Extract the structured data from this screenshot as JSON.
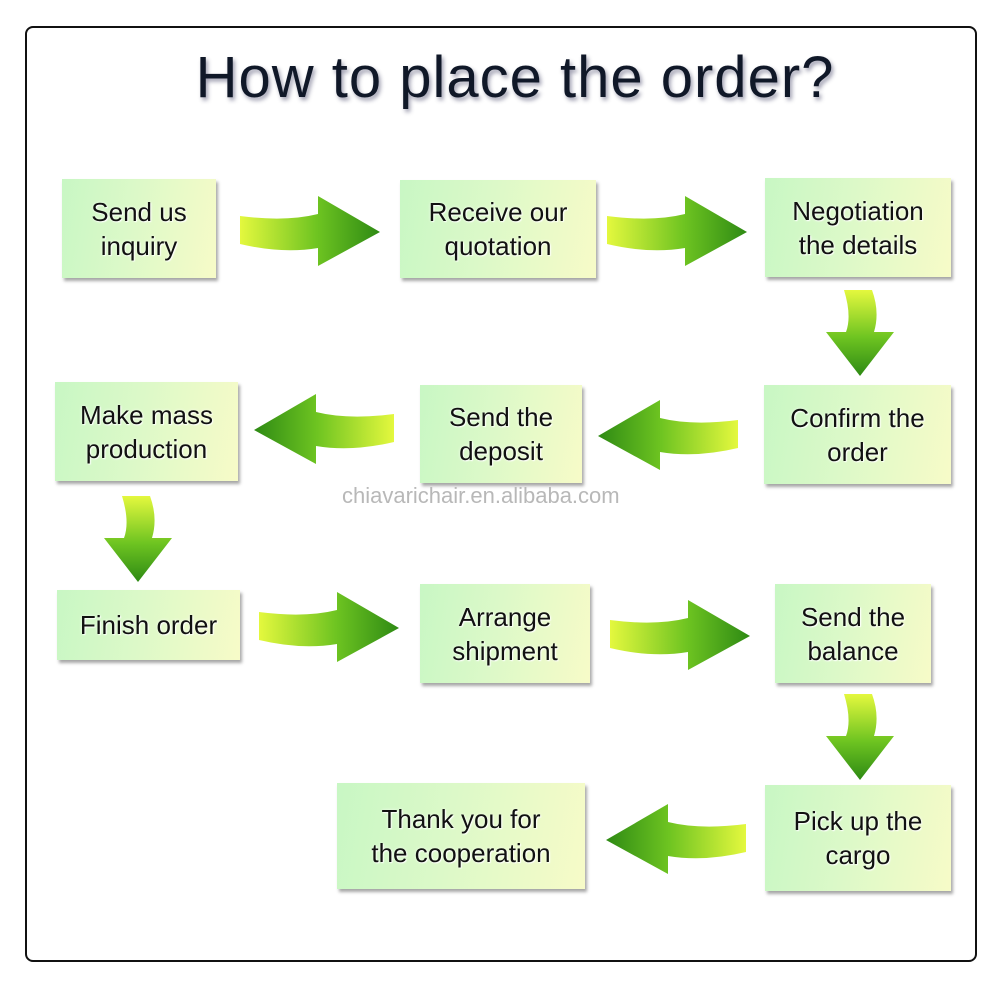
{
  "title": "How to place the order?",
  "watermark": "chiavarichair.en.alibaba.com",
  "steps": [
    "Send us\ninquiry",
    "Receive our\nquotation",
    "Negotiation\nthe details",
    "Confirm the\norder",
    "Send the\ndeposit",
    "Make mass\nproduction",
    "Finish order",
    "Arrange\nshipment",
    "Send the\nbalance",
    "Pick up the\ncargo",
    "Thank you for\nthe cooperation"
  ],
  "colors": {
    "arrow_light": "#d8f53a",
    "arrow_dark": "#2e8a14",
    "box_left": "#c8f7c4",
    "box_right": "#f7fbc8"
  }
}
